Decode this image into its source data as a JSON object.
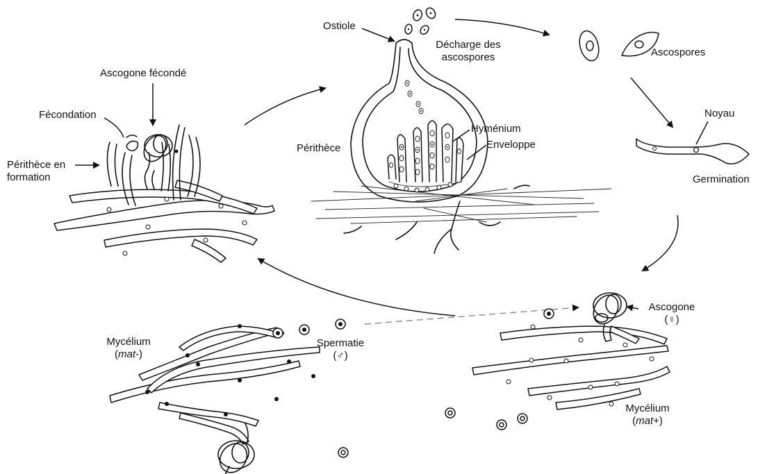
{
  "labels": {
    "ostiole": "Ostiole",
    "discharge_line1": "Décharge des",
    "discharge_line2": "ascospores",
    "ascospores": "Ascospores",
    "ascogone_feconde": "Ascogone fécondé",
    "fecondation": "Fécondation",
    "perithece_formation_line1": "Périthèce en",
    "perithece_formation_line2": "formation",
    "perithece": "Périthèce",
    "hymenium": "Hyménium",
    "enveloppe": "Enveloppe",
    "noyau": "Noyau",
    "germination": "Germination",
    "ascogone": "Ascogone",
    "ascogone_symbol": "(♀)",
    "spermatie": "Spermatie",
    "spermatie_symbol": "(♂)",
    "mycelium_minus_line1": "Mycélium",
    "mycelium_minus_open": "(",
    "mycelium_minus_italic": "mat",
    "mycelium_minus_close": "-)",
    "mycelium_plus_line1": "Mycélium",
    "mycelium_plus_open": "(",
    "mycelium_plus_italic": "mat",
    "mycelium_plus_close": "+)"
  },
  "colors": {
    "ink": "#111111",
    "background": "#ffffff"
  }
}
